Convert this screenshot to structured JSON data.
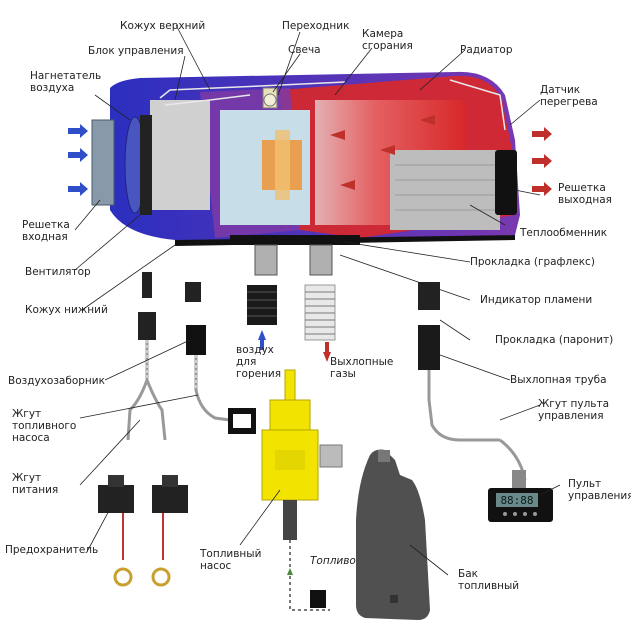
{
  "labels": {
    "upper_casing": "Кожух верхний",
    "adapter": "Переходник",
    "combustion_chamber": "Камера\nсгорания",
    "control_unit": "Блок управления",
    "glow_plug": "Свеча",
    "radiator": "Радиатор",
    "air_blower": "Нагнетатель\nвоздуха",
    "overheat_sensor": "Датчик\nперегрева",
    "outlet_grille": "Решетка\nвыходная",
    "inlet_grille": "Решетка\nвходная",
    "heat_exchanger": "Теплообменник",
    "fan": "Вентилятор",
    "gasket_graphlex": "Прокладка (графлекс)",
    "lower_casing": "Кожух нижний",
    "flame_indicator": "Индикатор пламени",
    "combustion_air": "воздух\nдля\nгорения",
    "exhaust_gases": "Выхлопные\nгазы",
    "gasket_paronite": "Прокладка (паронит)",
    "air_intake": "Воздухозаборник",
    "exhaust_pipe": "Выхлопная труба",
    "fuel_pump_harness": "Жгут\nтопливного\nнасоса",
    "remote_harness": "Жгут пульта\nуправления",
    "power_harness": "Жгут\nпитания",
    "control_panel": "Пульт\nуправления",
    "fuse": "Предохранитель",
    "fuel_pump": "Топливный\nнасос",
    "fuel": "Топливо",
    "fuel_tank": "Бак\nтопливный"
  },
  "display": {
    "readout": "88:88"
  },
  "colors": {
    "blue_section": "#3a2ec4",
    "purple_section": "#8e3aa8",
    "red_hot": "#d92828",
    "pink_hot": "#e87878",
    "exchanger_gray": "#bdbdbd",
    "pump_yellow": "#f2e400",
    "tank_gray": "#505050",
    "arrow_blue": "#2f4ec7",
    "arrow_red": "#c0302a"
  },
  "icons": [
    "fan-icon",
    "glow-plug-icon",
    "fuel-pump-icon",
    "fuse-icon",
    "fuel-tank-icon",
    "control-panel-icon",
    "air-arrow-icon",
    "exhaust-arrow-icon"
  ]
}
